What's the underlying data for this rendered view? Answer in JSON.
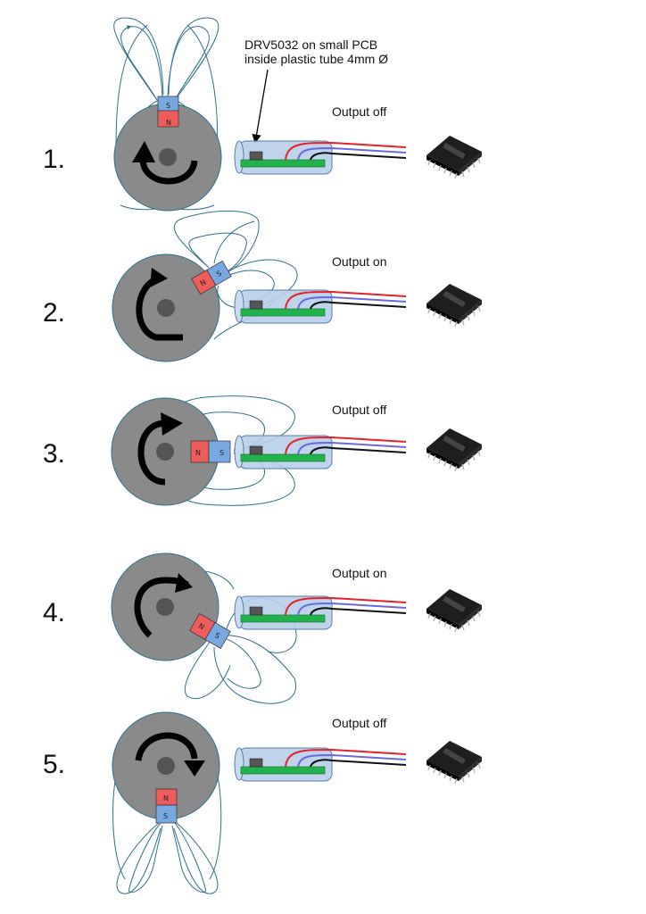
{
  "callout": {
    "line1": "DRV5032 on small PCB",
    "line2": "inside plastic tube 4mm Ø"
  },
  "steps": [
    {
      "number": "1.",
      "output": "Output off",
      "magnet_top_pole": "S",
      "magnet_bottom_pole": "N"
    },
    {
      "number": "2.",
      "output": "Output on",
      "magnet_top_pole": "S",
      "magnet_bottom_pole": "N"
    },
    {
      "number": "3.",
      "output": "Output off",
      "magnet_top_pole": "S",
      "magnet_bottom_pole": "N"
    },
    {
      "number": "4.",
      "output": "Output on",
      "magnet_top_pole": "S",
      "magnet_bottom_pole": "N"
    },
    {
      "number": "5.",
      "output": "Output off",
      "magnet_top_pole": "N",
      "magnet_bottom_pole": "S"
    }
  ],
  "colors": {
    "disc": "#8a8a8a",
    "magnet_red": "#ee5c5c",
    "magnet_blue": "#78a8e0",
    "pcb": "#22b14c",
    "tube": "#b8cfe8",
    "wire_red": "#e8202a",
    "wire_blue": "#6a6ae0",
    "wire_black": "#111111",
    "field_lines": "#2e6f8e"
  },
  "icons": [
    "rotation-arrow-icon",
    "hall-sensor-chip-icon",
    "ic-chip-icon",
    "callout-arrow-icon"
  ]
}
